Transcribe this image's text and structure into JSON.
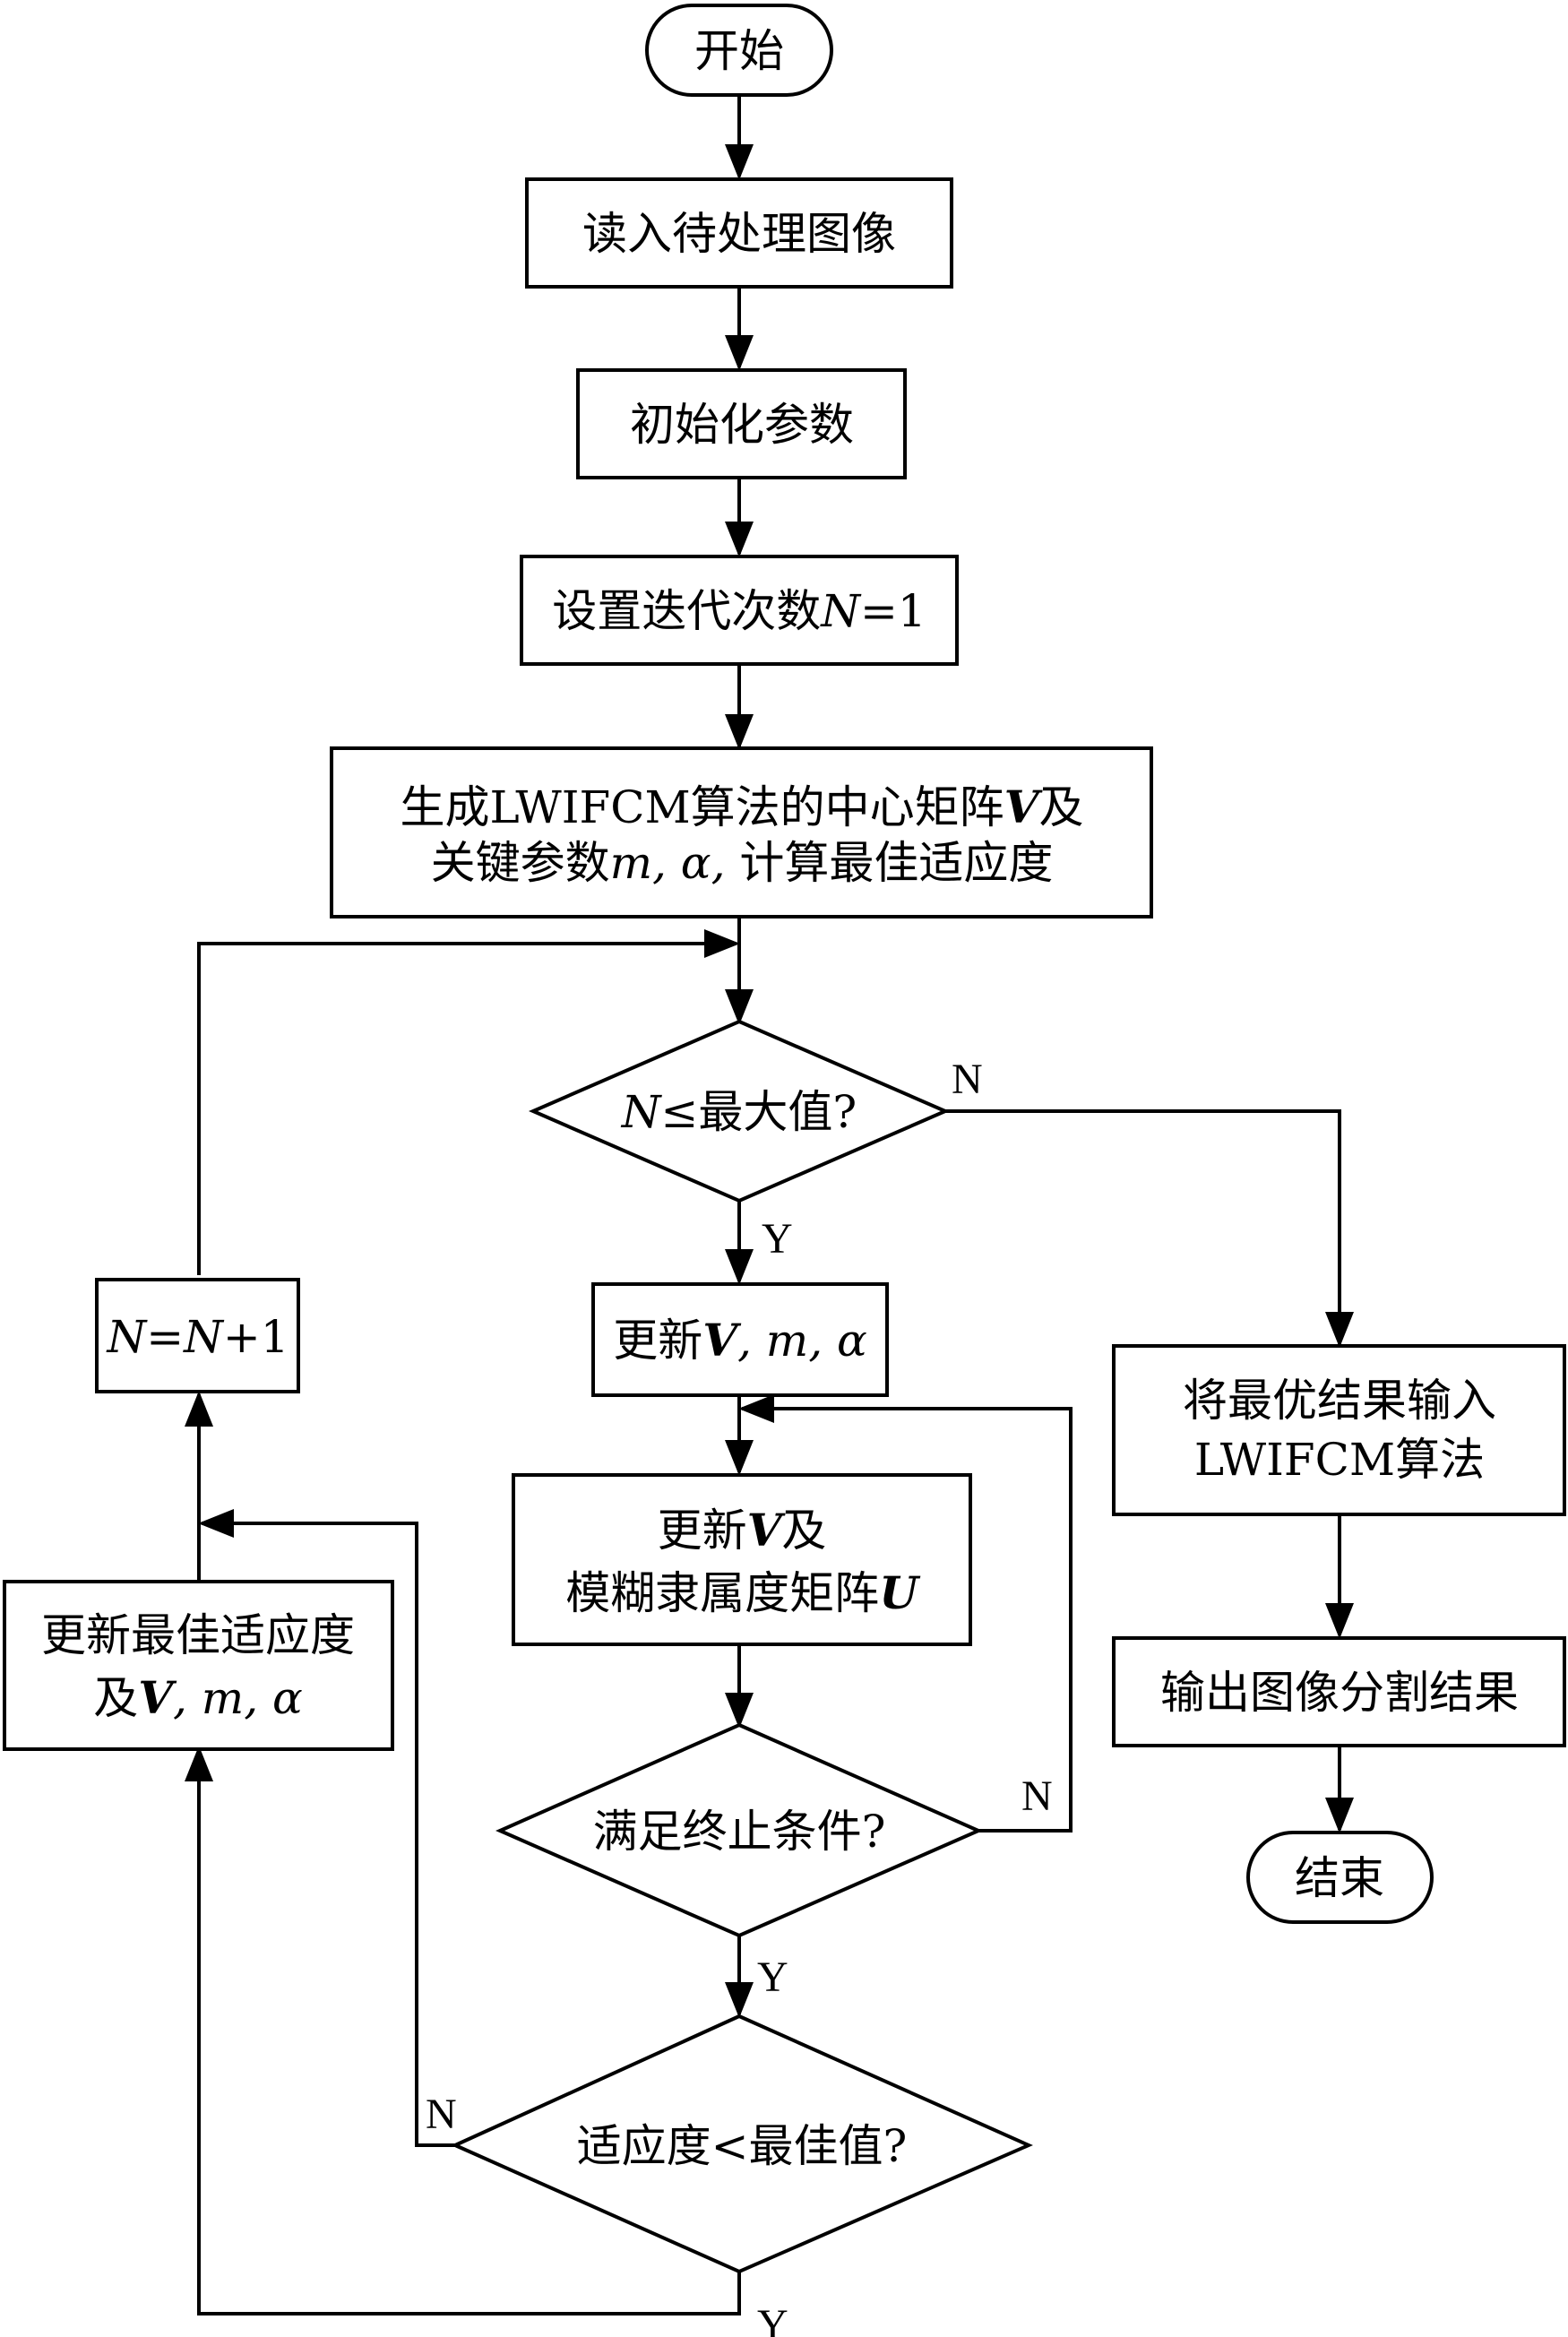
{
  "flowchart": {
    "start": "开始",
    "read_image": "读入待处理图像",
    "init_params": "初始化参数",
    "set_iter": {
      "prefix": "设置迭代次数",
      "var": "N",
      "suffix": "=1"
    },
    "generate": {
      "line1_a": "生成LWIFCM算法的中心矩阵",
      "line1_var": "V",
      "line1_b": "及",
      "line2_a": "关键参数",
      "line2_var": "m, α,",
      "line2_b": " 计算最佳适应度"
    },
    "decision_max": {
      "var": "N",
      "text": "≤最大值?"
    },
    "update_vma": {
      "prefix": "更新",
      "v": "V",
      "rest": ", m, α"
    },
    "update_vu": {
      "line1_a": "更新",
      "line1_var": "V",
      "line1_b": "及",
      "line2_a": "模糊隶属度矩阵",
      "line2_var": "U"
    },
    "decision_stop": "满足终止条件?",
    "decision_fit": "适应度<最佳值?",
    "update_best": {
      "line1": "更新最佳适应度",
      "line2_a": "及",
      "line2_v": "V",
      "line2_rest": ", m, α"
    },
    "n_increment": {
      "a": "N",
      "b": "=",
      "c": "N",
      "d": "+1"
    },
    "output_best": {
      "line1": "将最优结果输入",
      "line2": "LWIFCM算法"
    },
    "output_seg": "输出图像分割结果",
    "end": "结束",
    "labels": {
      "yes": "Y",
      "no": "N"
    }
  }
}
